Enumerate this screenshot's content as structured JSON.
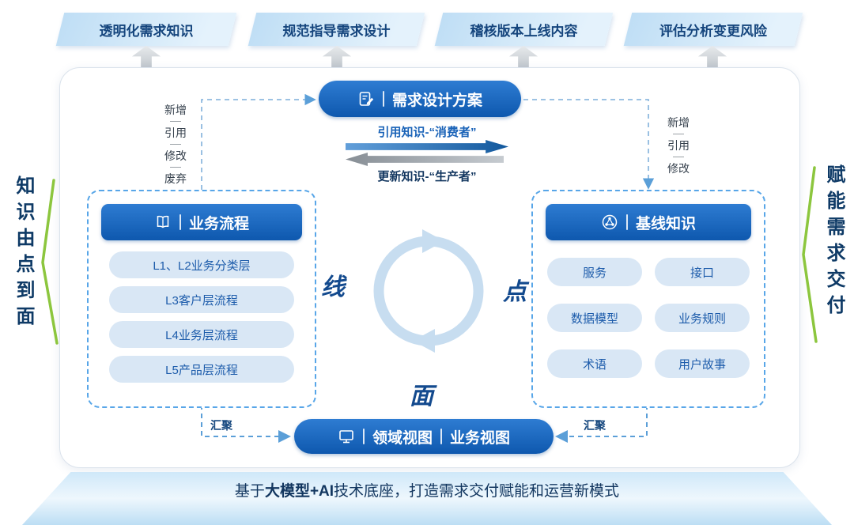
{
  "banners": [
    "透明化需求知识",
    "规范指导需求设计",
    "稽核版本上线内容",
    "评估分析变更风险"
  ],
  "design_plan": {
    "title": "需求设计方案"
  },
  "flow": {
    "consume_label": "引用知识-“消费者”",
    "produce_label": "更新知识-“生产者”"
  },
  "left_ops": [
    "新增",
    "引用",
    "修改",
    "废弃"
  ],
  "right_ops": [
    "新增",
    "引用",
    "修改"
  ],
  "process_panel": {
    "title": "业务流程",
    "items": [
      "L1、L2业务分类层",
      "L3客户层流程",
      "L4业务层流程",
      "L5产品层流程"
    ]
  },
  "knowledge_panel": {
    "title": "基线知识",
    "items": [
      "服务",
      "接口",
      "数据模型",
      "业务规则",
      "术语",
      "用户故事"
    ]
  },
  "cycle": {
    "line": "线",
    "point": "点",
    "surface": "面"
  },
  "views": {
    "left": "领域视图",
    "right": "业务视图"
  },
  "converge": "汇聚",
  "captions": {
    "left": "知识由点到面",
    "right": "赋能需求交付"
  },
  "footer": {
    "prefix": "基于",
    "highlight": "大模型+AI",
    "suffix": "技术底座，打造需求交付赋能和运营新模式"
  },
  "icons": {
    "design": "edit-document-icon",
    "process": "book-icon",
    "knowledge": "network-circle-icon",
    "views": "monitor-icon"
  },
  "colors": {
    "primary_blue": "#1467c0",
    "panel_item_blue": "#d9e7f5",
    "banner_blue": "#c9e3f6",
    "accent_green": "#8cc63e",
    "navy_text": "#12365f"
  }
}
